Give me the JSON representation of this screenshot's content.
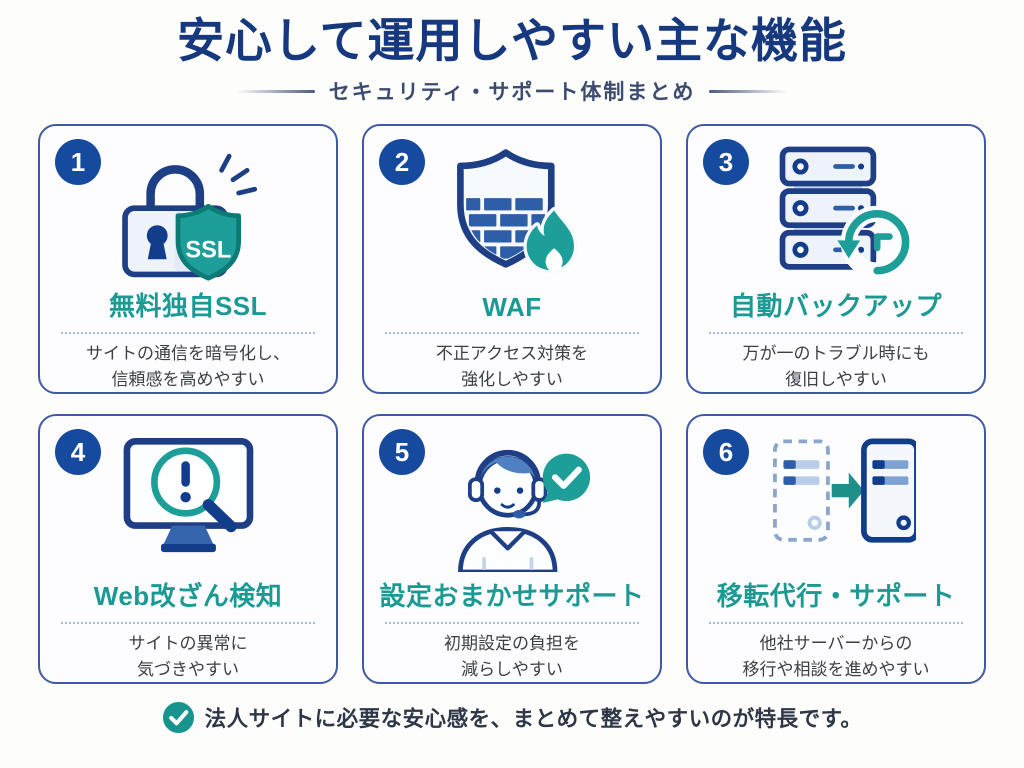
{
  "header": {
    "title": "安心して運用しやすい主な機能",
    "subtitle": "セキュリティ・サポート体制まとめ"
  },
  "cards": [
    {
      "number": "1",
      "icon": "ssl-lock-shield-icon",
      "shield_label": "SSL",
      "title": "無料独自SSL",
      "desc1": "サイトの通信を暗号化し、",
      "desc2": "信頼感を高めやすい"
    },
    {
      "number": "2",
      "icon": "waf-shield-flame-icon",
      "title": "WAF",
      "desc1": "不正アクセス対策を",
      "desc2": "強化しやすい"
    },
    {
      "number": "3",
      "icon": "server-backup-clock-icon",
      "title": "自動バックアップ",
      "desc1": "万が一のトラブル時にも",
      "desc2": "復旧しやすい"
    },
    {
      "number": "4",
      "icon": "monitor-magnifier-alert-icon",
      "title": "Web改ざん検知",
      "desc1": "サイトの異常に",
      "desc2": "気づきやすい"
    },
    {
      "number": "5",
      "icon": "support-operator-check-icon",
      "title": "設定おまかせサポート",
      "desc1": "初期設定の負担を",
      "desc2": "減らしやすい"
    },
    {
      "number": "6",
      "icon": "server-migration-arrow-icon",
      "title": "移転代行・サポート",
      "desc1": "他社サーバーからの",
      "desc2": "移行や相談を進めやすい"
    }
  ],
  "footer": {
    "text": "法人サイトに必要な安心感を、まとめて整えやすいのが特長です。"
  },
  "colors": {
    "title_navy": "#16387f",
    "icon_navy": "#1e3f85",
    "deep_navy": "#123d8a",
    "badge_blue": "#164a9e",
    "teal": "#1b9a94",
    "card_border": "#4059a4"
  }
}
